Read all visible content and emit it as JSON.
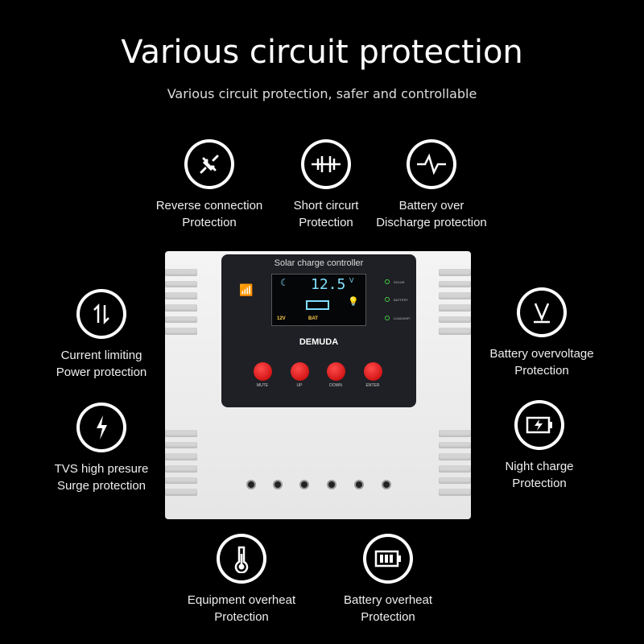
{
  "header": {
    "title": "Various circuit protection",
    "subtitle": "Various circuit protection, safer and controllable"
  },
  "features": [
    {
      "icon": "plug-icon",
      "line1": "Reverse connection",
      "line2": "Protection"
    },
    {
      "icon": "short-circuit-icon",
      "line1": "Short circurt",
      "line2": "Protection"
    },
    {
      "icon": "pulse-icon",
      "line1": "Battery over",
      "line2": "Discharge protection"
    },
    {
      "icon": "current-arrows-icon",
      "line1": "Current limiting",
      "line2": "Power protection"
    },
    {
      "icon": "voltage-icon",
      "line1": "Battery overvoltage",
      "line2": "Protection"
    },
    {
      "icon": "lightning-icon",
      "line1": "TVS high presure",
      "line2": "Surge protection"
    },
    {
      "icon": "battery-charge-icon",
      "line1": "Night charge",
      "line2": "Protection"
    },
    {
      "icon": "thermometer-icon",
      "line1": "Equipment overheat",
      "line2": "Protection"
    },
    {
      "icon": "battery-icon",
      "line1": "Battery overheat",
      "line2": "Protection"
    }
  ],
  "device": {
    "panel_title": "Solar charge controller",
    "voltage": "12.5",
    "voltage_unit": "V",
    "system": "12V",
    "bat_label": "BAT",
    "brand": "DEMUDA",
    "leds": [
      "SOLAR",
      "BATTERY",
      "LOAD/WIFI"
    ],
    "buttons": [
      "MUTE",
      "UP",
      "DOWN",
      "ENTER"
    ],
    "colors": {
      "button": "#e01010",
      "lcd": "#7fe0ff"
    }
  }
}
